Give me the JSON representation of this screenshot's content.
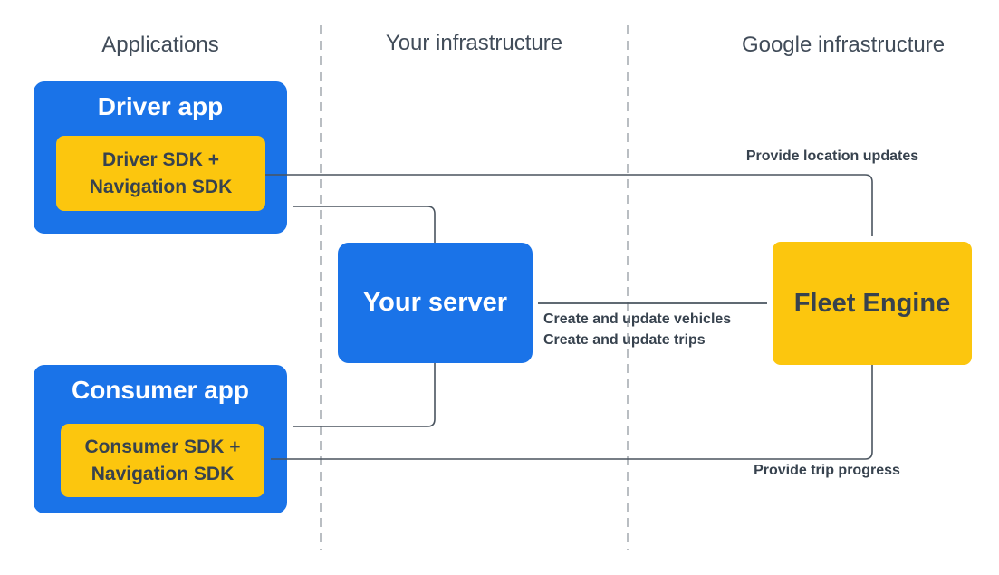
{
  "columns": {
    "applications": {
      "label": "Applications"
    },
    "your_infrastructure": {
      "label": "Your infrastructure"
    },
    "google_infrastructure": {
      "label": "Google infrastructure"
    }
  },
  "nodes": {
    "driver_app": {
      "title": "Driver app",
      "sdk": {
        "line1": "Driver SDK +",
        "line2": "Navigation SDK"
      }
    },
    "your_server": {
      "title": "Your server"
    },
    "fleet_engine": {
      "title": "Fleet Engine"
    },
    "consumer_app": {
      "title": "Consumer app",
      "sdk": {
        "line1": "Consumer SDK +",
        "line2": "Navigation SDK"
      }
    }
  },
  "edges": {
    "provide_location_updates": {
      "label": "Provide location updates"
    },
    "server_fleet": {
      "label_line1": "Create and update vehicles",
      "label_line2": "Create and update trips"
    },
    "provide_trip_progress": {
      "label": "Provide trip progress"
    }
  },
  "colors": {
    "node_blue": "#1a73e8",
    "node_yellow": "#fcc60e",
    "text_on_blue": "#ffffff",
    "text_dark": "#37424e",
    "header_text": "#414c59",
    "connector_line": "#4a545f",
    "dashed_divider": "#a8aeb4"
  }
}
